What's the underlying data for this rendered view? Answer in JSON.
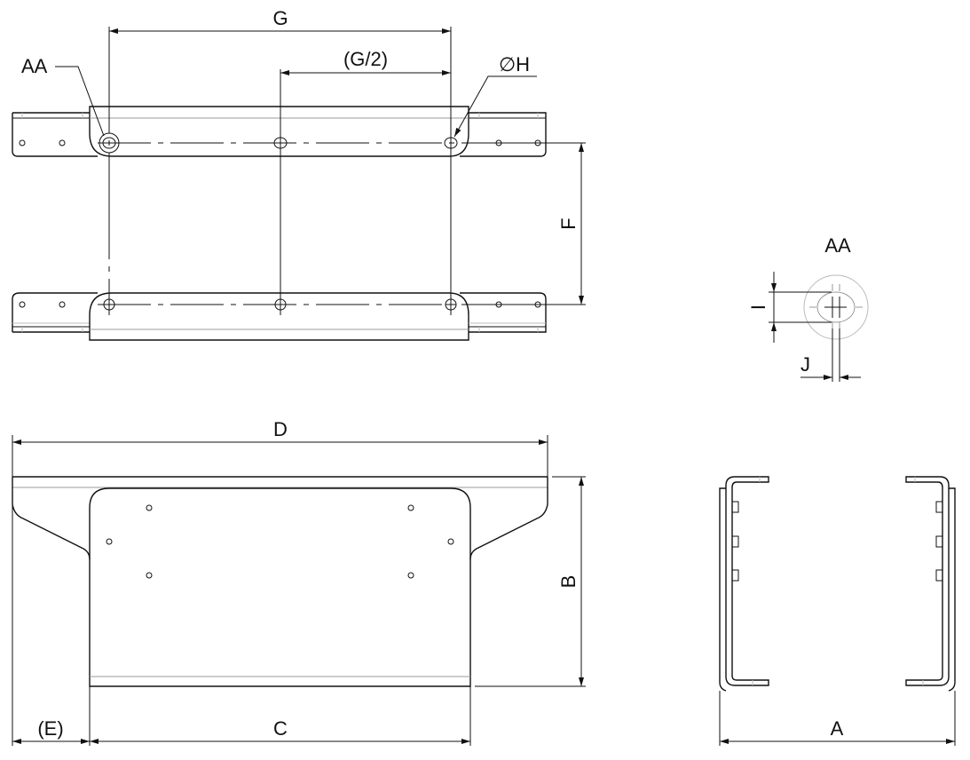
{
  "drawing": {
    "type": "technical mounting bracket drawing",
    "views": [
      "top-view",
      "detail-AA",
      "front-view",
      "side-view"
    ]
  },
  "top_view": {
    "dimensions": {
      "G": "G",
      "G_half": "(G/2)",
      "F": "F",
      "hole_diameter": "∅H"
    },
    "callout": "AA"
  },
  "detail_view": {
    "title": "AA",
    "dimensions": {
      "I": "I",
      "J": "J"
    }
  },
  "front_view": {
    "dimensions": {
      "D": "D",
      "B": "B",
      "C": "C",
      "E": "(E)"
    }
  },
  "side_view": {
    "dimensions": {
      "A": "A"
    }
  }
}
